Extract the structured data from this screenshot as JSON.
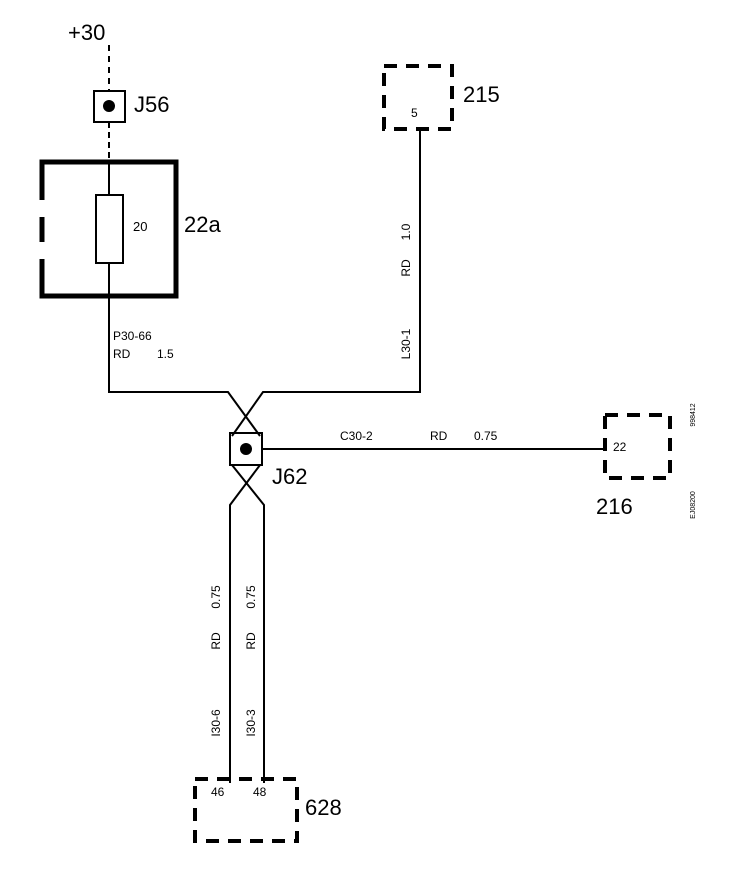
{
  "supply": {
    "label": "+30"
  },
  "junctions": {
    "j56": "J56",
    "j62": "J62"
  },
  "fuse": {
    "id": "22a",
    "rating": "20"
  },
  "components": {
    "c215": {
      "id": "215",
      "pin": "5"
    },
    "c216": {
      "id": "216",
      "pin": "22"
    },
    "c628": {
      "id": "628",
      "pin_a": "46",
      "pin_b": "48"
    }
  },
  "wires": {
    "p30_66": {
      "id": "P30-66",
      "color": "RD",
      "size": "1.5"
    },
    "l30_1": {
      "id": "L30-1",
      "color": "RD",
      "size": "1.0"
    },
    "c30_2": {
      "id": "C30-2",
      "color": "RD",
      "size": "0.75"
    },
    "i30_6": {
      "id": "I30-6",
      "color": "RD",
      "size": "0.75"
    },
    "i30_3": {
      "id": "I30-3",
      "color": "RD",
      "size": "0.75"
    }
  },
  "margin_codes": {
    "ref_a": "998412",
    "ref_b": "EJ08200"
  }
}
